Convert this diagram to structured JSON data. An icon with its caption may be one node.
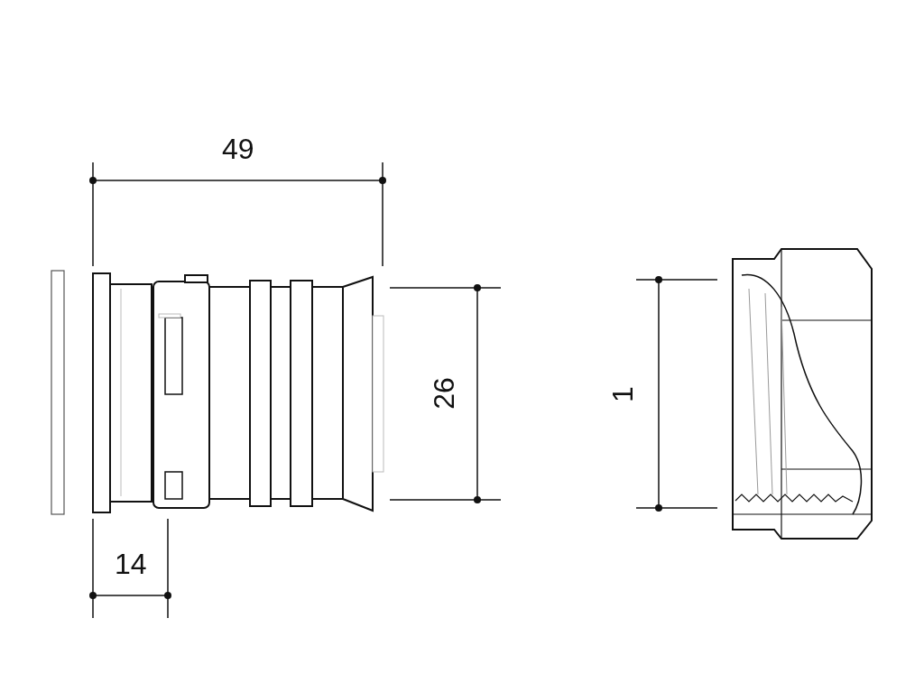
{
  "diagram": {
    "labels": [
      "49",
      "26",
      "1",
      "14"
    ]
  }
}
